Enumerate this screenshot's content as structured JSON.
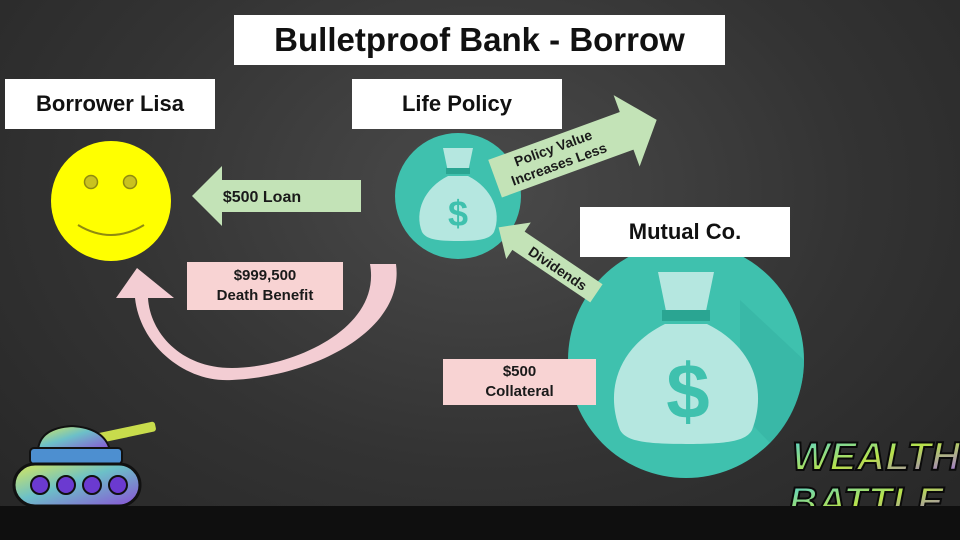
{
  "title": "Bulletproof Bank - Borrow",
  "borrower": {
    "label": "Borrower Lisa"
  },
  "policy": {
    "label": "Life Policy"
  },
  "mutual": {
    "label": "Mutual Co."
  },
  "arrows": {
    "loan": "$500 Loan",
    "policy_value_line1": "Policy Value",
    "policy_value_line2": "Increases Less",
    "dividends": "Dividends"
  },
  "death_benefit": {
    "line1": "$999,500",
    "line2": "Death Benefit"
  },
  "collateral": {
    "line1": "$500",
    "line2": "Collateral"
  },
  "bag_symbol": "$",
  "logo": {
    "line1": "WEALTH",
    "line2": "BATTLE"
  },
  "colors": {
    "arrow_green": "#c3e3b7",
    "pink": "#f8d3d3",
    "teal": "#3fc1ae",
    "bag": "#b5e7e0",
    "smiley": "#ffff00"
  }
}
